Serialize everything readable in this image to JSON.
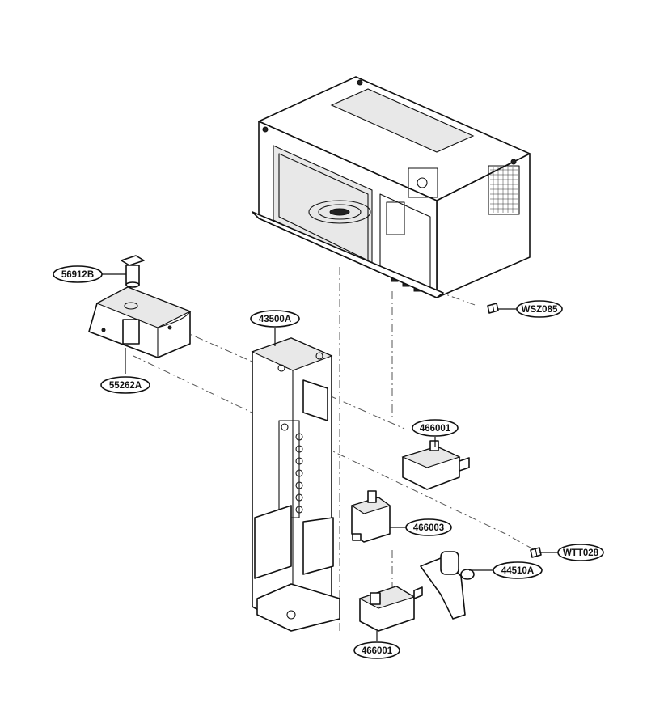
{
  "parts": [
    {
      "id": "cavity",
      "label": ""
    },
    {
      "id": "sensor",
      "label": "56912B"
    },
    {
      "id": "bracket",
      "label": "55262A"
    },
    {
      "id": "latch-board",
      "label": "43500A"
    },
    {
      "id": "screw-top",
      "label": "WSZ085"
    },
    {
      "id": "switch-upper",
      "label": "466001"
    },
    {
      "id": "switch-middle",
      "label": "466003"
    },
    {
      "id": "screw-lower",
      "label": "WTT028"
    },
    {
      "id": "lever",
      "label": "44510A"
    },
    {
      "id": "switch-lower",
      "label": "466001"
    }
  ],
  "callouts": {
    "sensor": "56912B",
    "bracket": "55262A",
    "latch_board": "43500A",
    "screw_top": "WSZ085",
    "switch_upper": "466001",
    "switch_middle": "466003",
    "screw_lower": "WTT028",
    "lever": "44510A",
    "switch_lower": "466001"
  }
}
